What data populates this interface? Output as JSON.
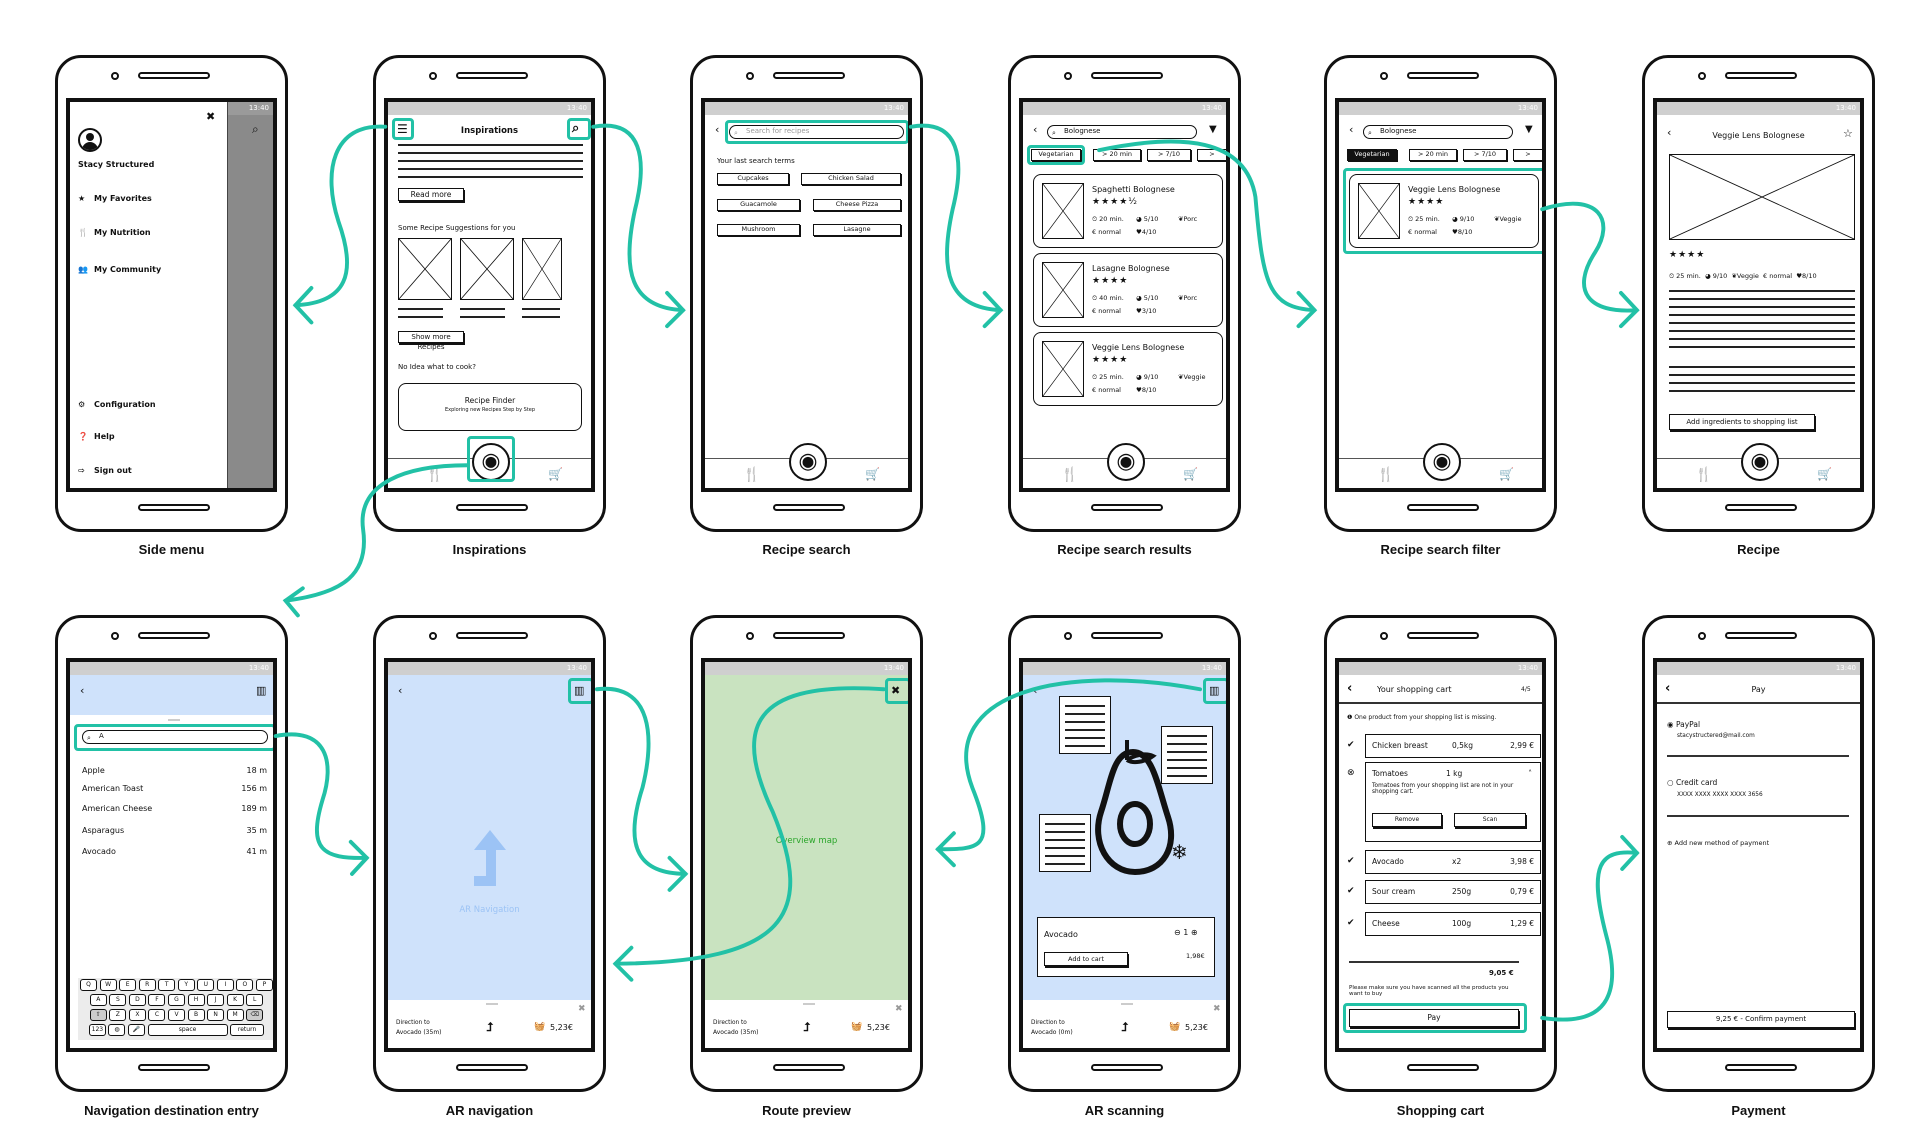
{
  "status_time": "13:40",
  "accent_color": "#22c1a6",
  "captions": {
    "side_menu": "Side menu",
    "inspirations": "Inspirations",
    "recipe_search": "Recipe search",
    "recipe_search_results": "Recipe search results",
    "recipe_search_filter": "Recipe search filter",
    "recipe": "Recipe",
    "navigation_destination_entry": "Navigation destination entry",
    "ar_navigation": "AR navigation",
    "route_preview": "Route preview",
    "ar_scanning": "AR scanning",
    "shopping_cart": "Shopping cart",
    "payment": "Payment"
  },
  "side_menu": {
    "user_name": "Stacy Structured",
    "items": [
      {
        "label": "My Favorites",
        "icon": "star-icon"
      },
      {
        "label": "My Nutrition",
        "icon": "fork-knife-icon"
      },
      {
        "label": "My Community",
        "icon": "users-icon"
      },
      {
        "label": "Configuration",
        "icon": "gear-icon"
      },
      {
        "label": "Help",
        "icon": "help-icon"
      },
      {
        "label": "Sign out",
        "icon": "sign-out-icon"
      }
    ]
  },
  "inspirations": {
    "title": "Inspirations",
    "read_more": "Read more",
    "suggestions_heading": "Some Recipe Suggestions for you",
    "show_more": "Show more Recipes",
    "no_idea": "No Idea what to cook?",
    "finder_title": "Recipe Finder",
    "finder_subtitle": "Exploring new Recipes Step by Step"
  },
  "recipe_search": {
    "placeholder": "Search for recipes",
    "last_terms_label": "Your last search terms",
    "terms": [
      "Cupcakes",
      "Chicken Salad",
      "Guacamole",
      "Cheese Pizza",
      "Mushroom",
      "Lasagne"
    ]
  },
  "results": {
    "query": "Bolognese",
    "filters": [
      "Vegetarian",
      "> 20 min",
      "> 7/10",
      ">"
    ],
    "cards": [
      {
        "name": "Spaghetti Bolognese",
        "stars": 4.5,
        "time": "20 min.",
        "difficulty": "5/10",
        "tag": "Porc",
        "price": "normal",
        "rating": "4/10"
      },
      {
        "name": "Lasagne Bolognese",
        "stars": 4,
        "time": "40 min.",
        "difficulty": "5/10",
        "tag": "Porc",
        "price": "normal",
        "rating": "3/10"
      },
      {
        "name": "Veggie Lens Bolognese",
        "stars": 4,
        "time": "25 min.",
        "difficulty": "9/10",
        "tag": "Veggie",
        "price": "normal",
        "rating": "8/10"
      }
    ]
  },
  "recipe": {
    "title": "Veggie Lens Bolognese",
    "stars": 4,
    "time": "25 min.",
    "difficulty": "9/10",
    "tag": "Veggie",
    "price": "normal",
    "rating": "8/10",
    "add_button": "Add ingredients to shopping list"
  },
  "nav_entry": {
    "query": "A",
    "results": [
      {
        "name": "Apple",
        "distance": "18 m"
      },
      {
        "name": "American Toast",
        "distance": "156 m"
      },
      {
        "name": "American Cheese",
        "distance": "189 m"
      },
      {
        "name": "Asparagus",
        "distance": "35 m"
      },
      {
        "name": "Avocado",
        "distance": "41 m"
      }
    ],
    "keyboard": {
      "row1": [
        "Q",
        "W",
        "E",
        "R",
        "T",
        "Y",
        "U",
        "I",
        "O",
        "P"
      ],
      "row2": [
        "A",
        "S",
        "D",
        "F",
        "G",
        "H",
        "J",
        "K",
        "L"
      ],
      "row3": [
        "Z",
        "X",
        "C",
        "V",
        "B",
        "N",
        "M"
      ],
      "numbers": "123",
      "space": "space",
      "return": "return"
    }
  },
  "ar_navigation": {
    "overlay_label": "AR Navigation",
    "direction_label": "Direction to",
    "destination": "Avocado (35m)",
    "total": "5,23€"
  },
  "route_preview": {
    "map_label": "Overview map",
    "direction_label": "Direction to",
    "destination": "Avocado (35m)",
    "total": "5,23€"
  },
  "ar_scanning": {
    "product": "Avocado",
    "quantity": "1",
    "add_to_cart": "Add to cart",
    "price": "1,98€",
    "direction_label": "Direction to",
    "destination": "Avocado (0m)",
    "total": "5,23€"
  },
  "cart": {
    "title": "Your shopping cart",
    "progress": "4/5",
    "notice": "One product from your shopping list is missing.",
    "items": [
      {
        "name": "Chicken breast",
        "qty": "0,5kg",
        "price": "2,99 €"
      },
      {
        "name": "Avocado",
        "qty": "x2",
        "price": "3,98 €"
      },
      {
        "name": "Sour cream",
        "qty": "250g",
        "price": "0,79 €"
      },
      {
        "name": "Cheese",
        "qty": "100g",
        "price": "1,29 €"
      }
    ],
    "missing_item": {
      "name": "Tomatoes",
      "qty": "1 kg",
      "message": "Tomatoes from your shopping list are not in your shopping cart.",
      "remove": "Remove",
      "scan": "Scan"
    },
    "total": "9,05 €",
    "reminder": "Please make sure you have scanned all the products you want to buy",
    "pay": "Pay"
  },
  "payment": {
    "title": "Pay",
    "paypal_label": "PayPal",
    "paypal_email": "stacystructered@mail.com",
    "card_label": "Credit card",
    "card_number": "XXXX XXXX XXXX XXXX 3656",
    "add_method": "Add new method of payment",
    "confirm": "9,25 € - Confirm payment"
  }
}
